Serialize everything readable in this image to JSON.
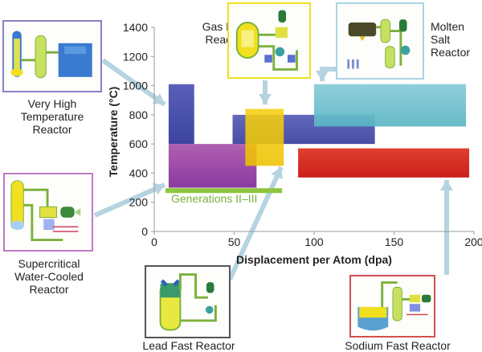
{
  "chart_data": {
    "type": "bar",
    "subtype": "range-rectangles",
    "title": "",
    "xlabel": "Displacement per Atom (dpa)",
    "ylabel": "Temperature (°C)",
    "xlim": [
      0,
      200
    ],
    "ylim": [
      0,
      1400
    ],
    "xticks": [
      0,
      50,
      100,
      150,
      200
    ],
    "yticks": [
      0,
      200,
      400,
      600,
      800,
      1000,
      1200,
      1400
    ],
    "grid": false,
    "series": [
      {
        "name": "Very High Temperature Reactor",
        "x": [
          9,
          25
        ],
        "y": [
          600,
          1010
        ],
        "color": "#3f4aa8"
      },
      {
        "name": "Supercritical Water-Cooled Reactor",
        "x": [
          9,
          64
        ],
        "y": [
          300,
          600
        ],
        "color": "#a04ea8"
      },
      {
        "name": "Lead Fast Reactor",
        "x": [
          49,
          138
        ],
        "y": [
          600,
          800
        ],
        "color": "#4b52b0"
      },
      {
        "name": "Gas Fast Reactor",
        "x": [
          57,
          81
        ],
        "y": [
          450,
          840
        ],
        "color": "#f0c400"
      },
      {
        "name": "Molten Salt Reactor",
        "x": [
          100,
          195
        ],
        "y": [
          720,
          1010
        ],
        "color": "#6cc0cf"
      },
      {
        "name": "Sodium Fast Reactor",
        "x": [
          90,
          197
        ],
        "y": [
          370,
          570
        ],
        "color": "#d9281f"
      }
    ],
    "reference_line": {
      "name": "Generations II–III",
      "x": [
        7,
        80
      ],
      "y": 280,
      "color": "#8dc63f"
    }
  },
  "labels": {
    "vhtr": [
      "Very High",
      "Temperature",
      "Reactor"
    ],
    "scwr": [
      "Supercritical",
      "Water-Cooled",
      "Reactor"
    ],
    "gfr": [
      "Gas Fast",
      "Reactor"
    ],
    "msr": [
      "Molten",
      "Salt",
      "Reactor"
    ],
    "lfr": "Lead Fast Reactor",
    "sfr": "Sodium Fast Reactor",
    "gen": "Generations II–III"
  },
  "thumb_borders": {
    "vhtr": "#8a80c8",
    "scwr": "#c07ac4",
    "gfr": "#f0e020",
    "msr": "#a8d4e0",
    "lfr": "#555555",
    "sfr": "#d05050"
  }
}
